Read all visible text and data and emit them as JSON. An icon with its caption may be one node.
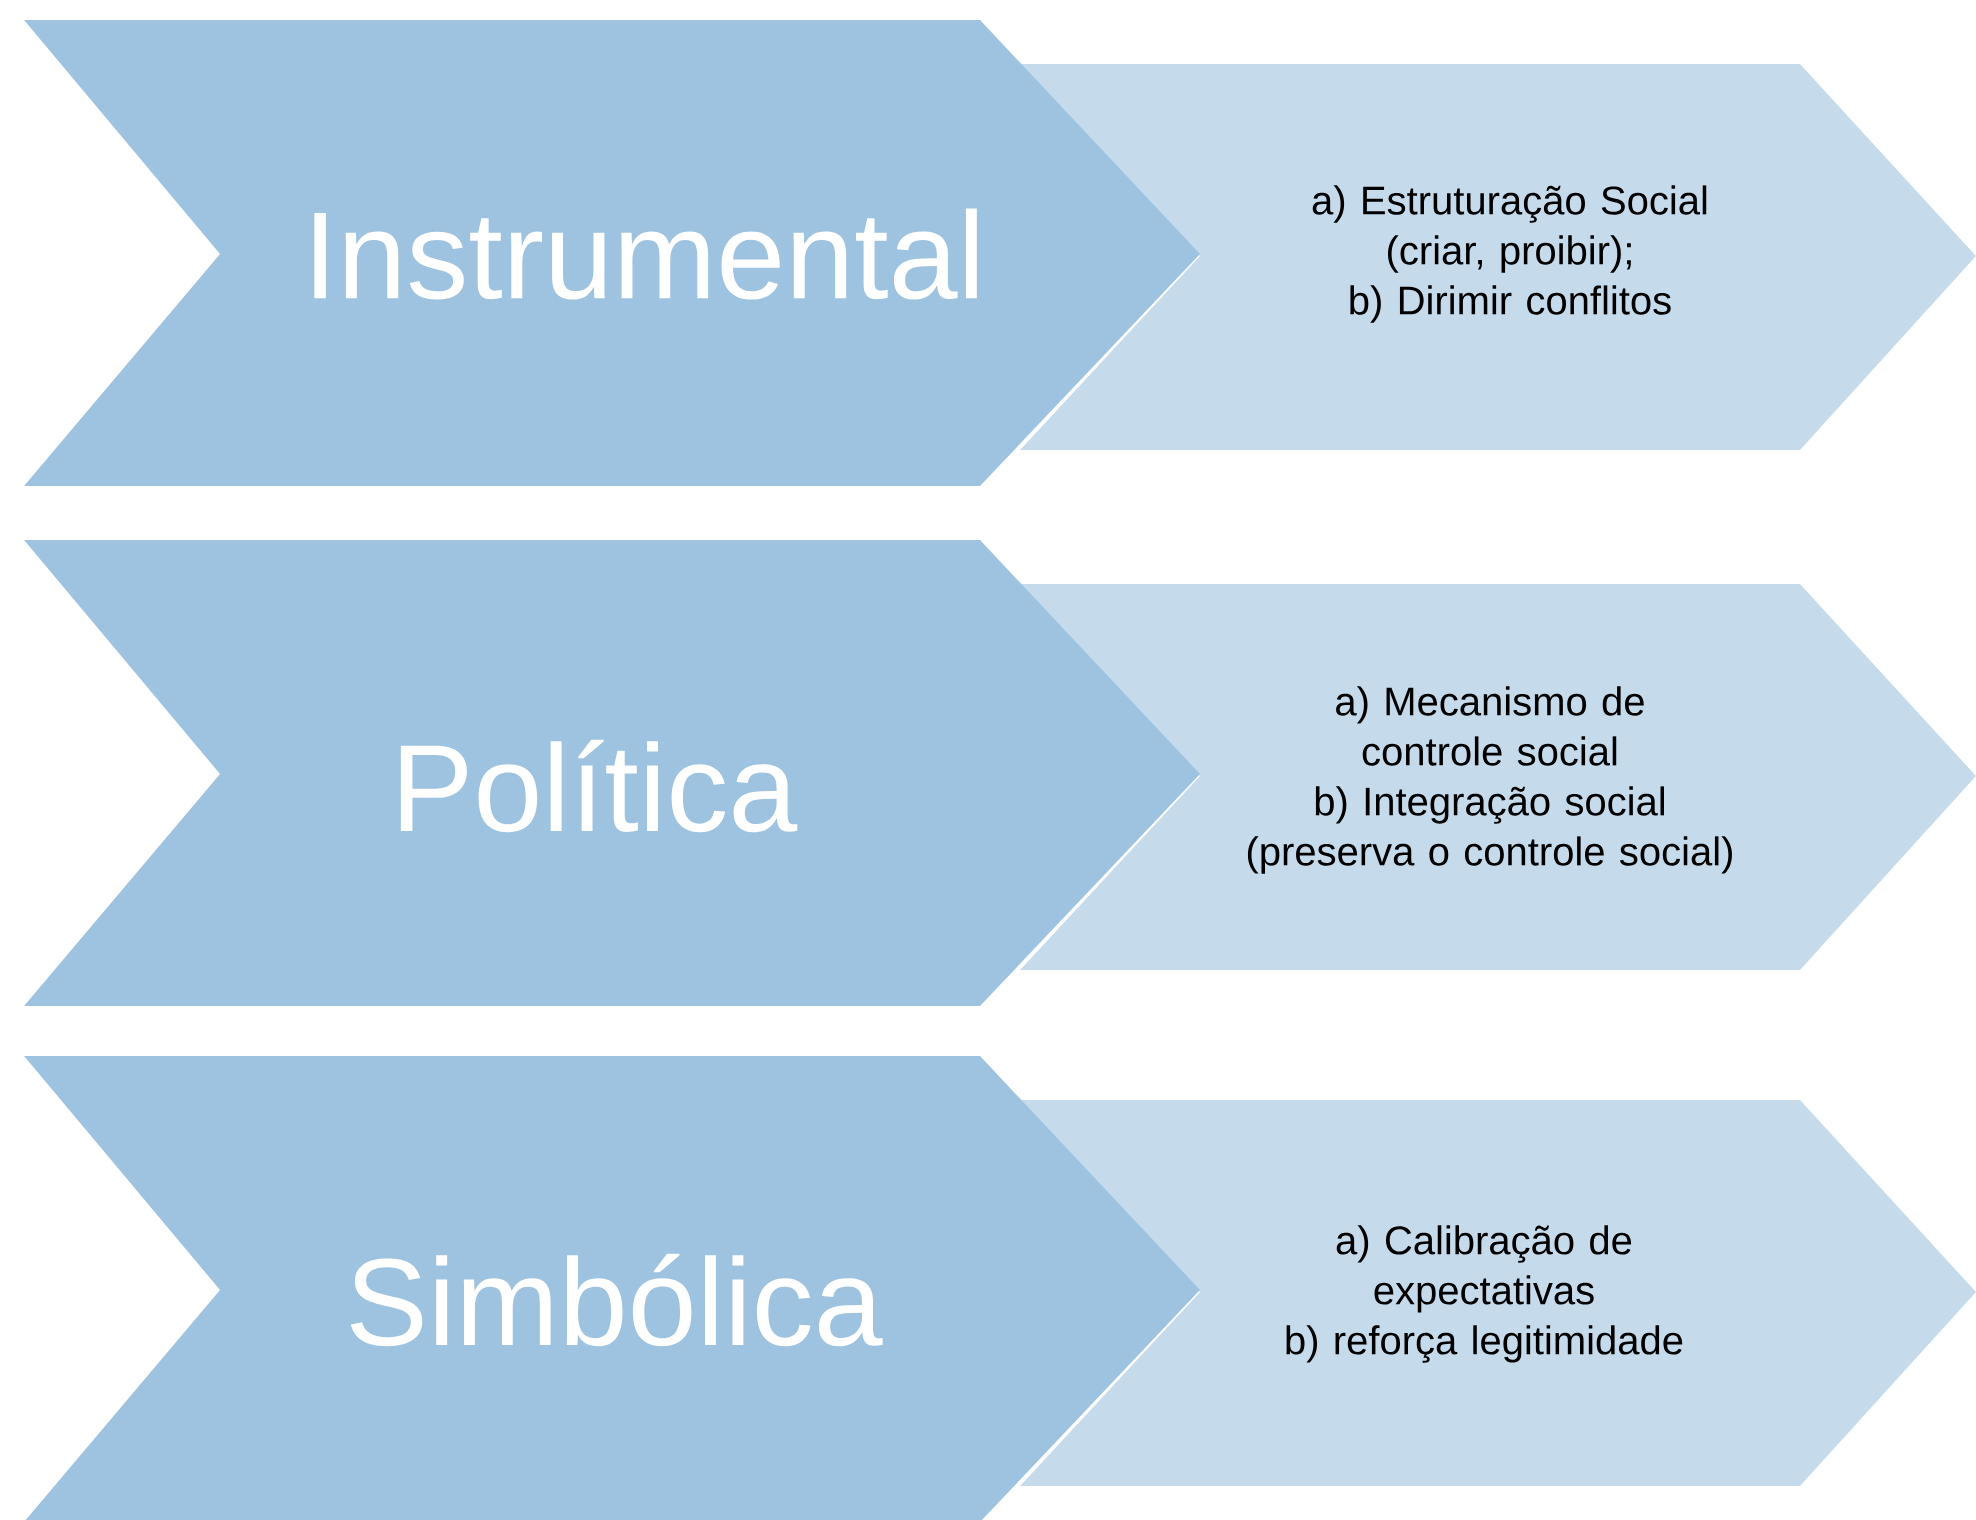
{
  "diagram": {
    "nodes": [
      {
        "text": [
          "Instrumental"
        ]
      },
      {
        "text": [
          "a) Estruturação Social (criar, proibir);",
          "b) Dirimir conflitos"
        ]
      },
      {
        "text": [
          "Política"
        ]
      },
      {
        "text": [
          "a) Mecanismo de controle social",
          "b) Integração social",
          "(preserva o controle social)"
        ]
      },
      {
        "text": [
          "Simbólica"
        ]
      },
      {
        "text": [
          "a) Calibração de expectativas",
          "b) reforça legitimidade"
        ]
      }
    ]
  }
}
